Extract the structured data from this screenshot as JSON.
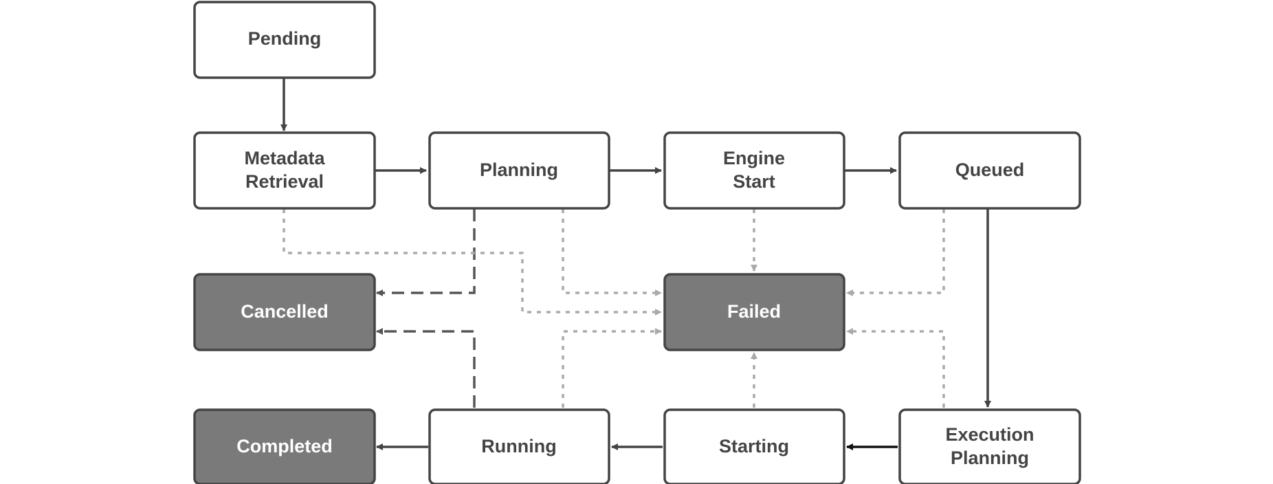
{
  "nodes": {
    "pending": {
      "lines": [
        "Pending"
      ],
      "kind": "normal"
    },
    "metadata_retrieval": {
      "lines": [
        "Metadata",
        "Retrieval"
      ],
      "kind": "normal"
    },
    "planning": {
      "lines": [
        "Planning"
      ],
      "kind": "normal"
    },
    "engine_start": {
      "lines": [
        "Engine",
        "Start"
      ],
      "kind": "normal"
    },
    "queued": {
      "lines": [
        "Queued"
      ],
      "kind": "normal"
    },
    "cancelled": {
      "lines": [
        "Cancelled"
      ],
      "kind": "terminal"
    },
    "failed": {
      "lines": [
        "Failed"
      ],
      "kind": "terminal"
    },
    "completed": {
      "lines": [
        "Completed"
      ],
      "kind": "terminal"
    },
    "running": {
      "lines": [
        "Running"
      ],
      "kind": "normal"
    },
    "starting": {
      "lines": [
        "Starting"
      ],
      "kind": "normal"
    },
    "execution_planning": {
      "lines": [
        "Execution",
        "Planning"
      ],
      "kind": "normal"
    }
  },
  "edges": [
    {
      "from": "pending",
      "to": "metadata_retrieval",
      "style": "solid"
    },
    {
      "from": "metadata_retrieval",
      "to": "planning",
      "style": "solid"
    },
    {
      "from": "planning",
      "to": "engine_start",
      "style": "solid"
    },
    {
      "from": "engine_start",
      "to": "queued",
      "style": "solid"
    },
    {
      "from": "queued",
      "to": "execution_planning",
      "style": "solid"
    },
    {
      "from": "execution_planning",
      "to": "starting",
      "style": "solid"
    },
    {
      "from": "starting",
      "to": "running",
      "style": "solid"
    },
    {
      "from": "running",
      "to": "completed",
      "style": "solid"
    },
    {
      "from": "planning",
      "to": "cancelled",
      "style": "dashed"
    },
    {
      "from": "running",
      "to": "cancelled",
      "style": "dashed"
    },
    {
      "from": "metadata_retrieval",
      "to": "failed",
      "style": "dotted"
    },
    {
      "from": "planning",
      "to": "failed",
      "style": "dotted"
    },
    {
      "from": "engine_start",
      "to": "failed",
      "style": "dotted"
    },
    {
      "from": "queued",
      "to": "failed",
      "style": "dotted"
    },
    {
      "from": "running",
      "to": "failed",
      "style": "dotted"
    },
    {
      "from": "starting",
      "to": "failed",
      "style": "dotted"
    },
    {
      "from": "execution_planning",
      "to": "failed",
      "style": "dotted"
    }
  ],
  "colors": {
    "node_border": "#444444",
    "node_fill": "#ffffff",
    "terminal_fill": "#7a7a7a",
    "solid_edge": "#444444",
    "dashed_edge": "#555555",
    "dotted_edge": "#aaaaaa"
  }
}
